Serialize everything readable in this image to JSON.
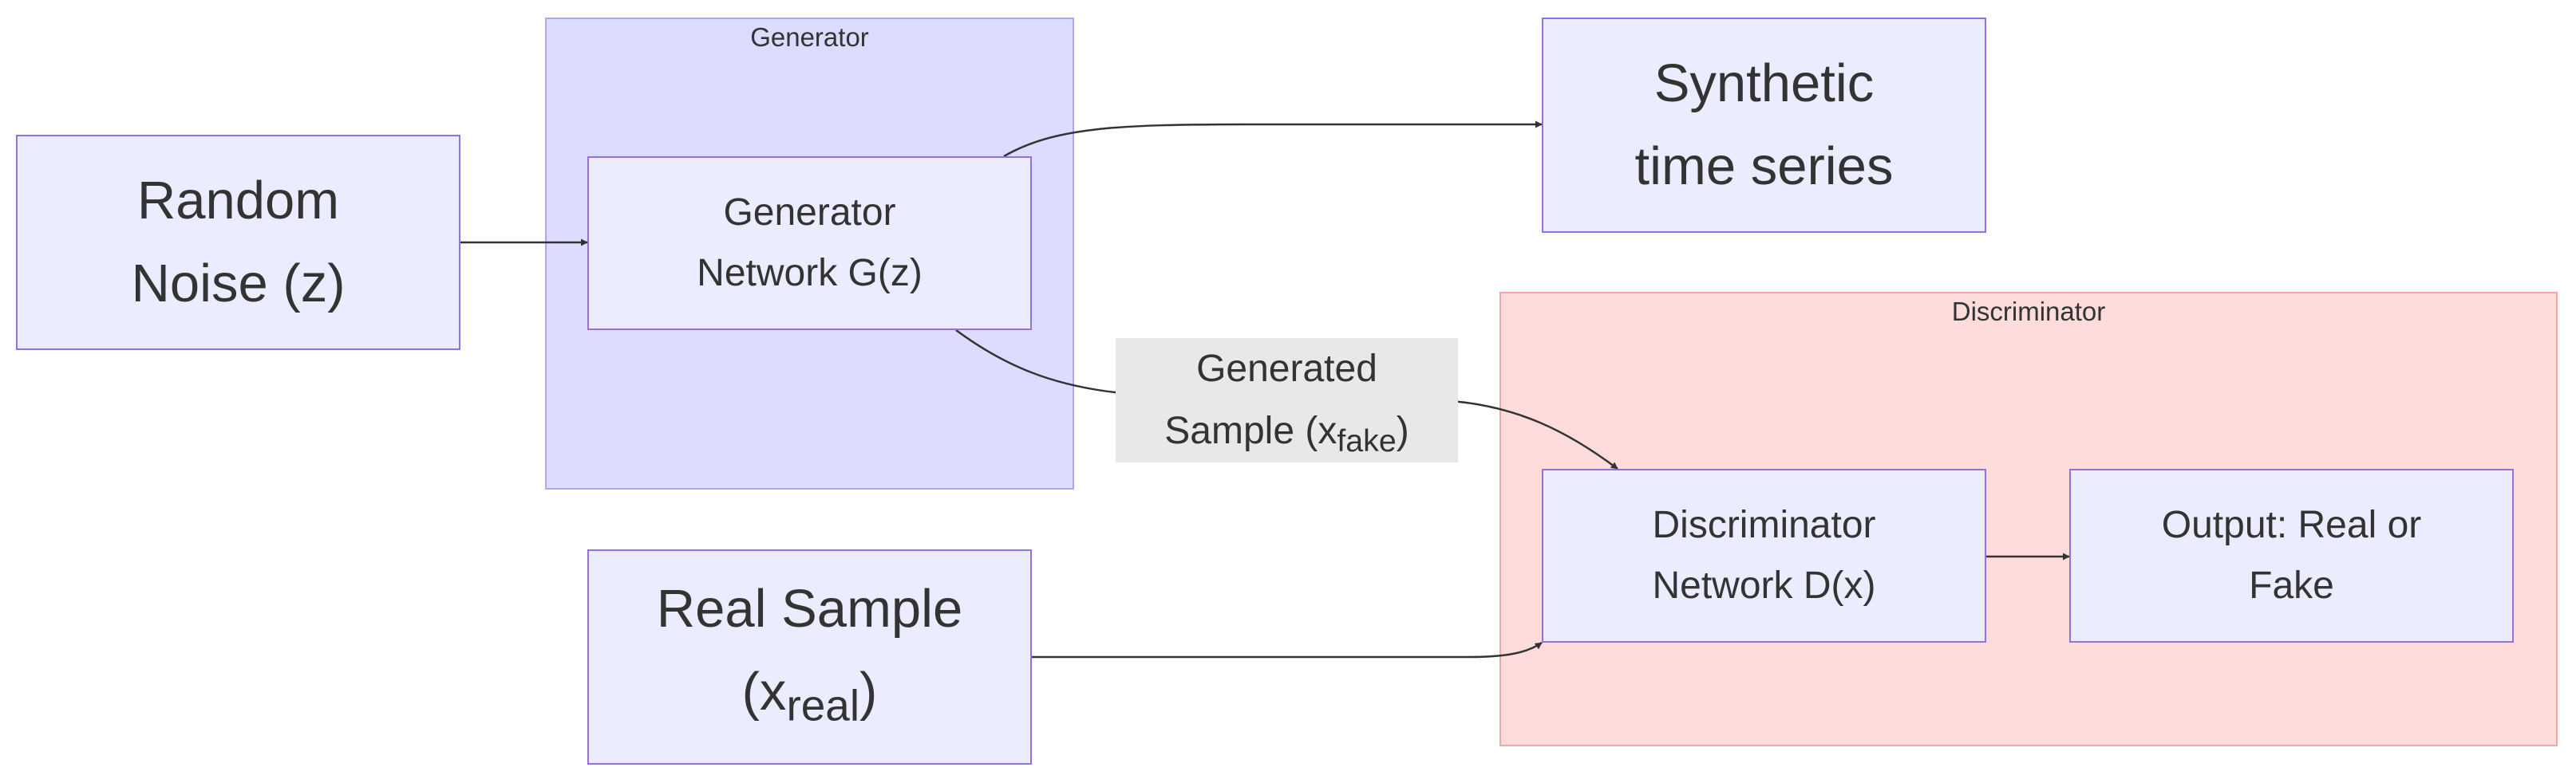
{
  "clusters": {
    "generator": {
      "title": "Generator"
    },
    "discriminator": {
      "title": "Discriminator"
    }
  },
  "nodes": {
    "random_noise": {
      "line1": "Random",
      "line2": "Noise (z)"
    },
    "generator_network": {
      "line1": "Generator",
      "line2": "Network G(z)"
    },
    "synthetic": {
      "line1": "Synthetic",
      "line2": "time series"
    },
    "real_sample": {
      "line1": "Real Sample",
      "line2_open": "(x",
      "line2_sub": "real",
      "line2_close": ")"
    },
    "discriminator_network": {
      "line1": "Discriminator",
      "line2": "Network D(x)"
    },
    "output": {
      "line1": "Output: Real or",
      "line2": "Fake"
    }
  },
  "edge_labels": {
    "generated_sample": {
      "line1": "Generated",
      "line2_open": "Sample (x",
      "line2_sub": "fake",
      "line2_close": ")"
    }
  },
  "colors": {
    "node_fill": "#ececff",
    "node_border": "#9370db",
    "generator_cluster_fill": "#dcdcff",
    "discriminator_cluster_fill": "#ffdcdc",
    "edge_color": "#333333",
    "edge_label_fill": "#e8e8e8"
  }
}
